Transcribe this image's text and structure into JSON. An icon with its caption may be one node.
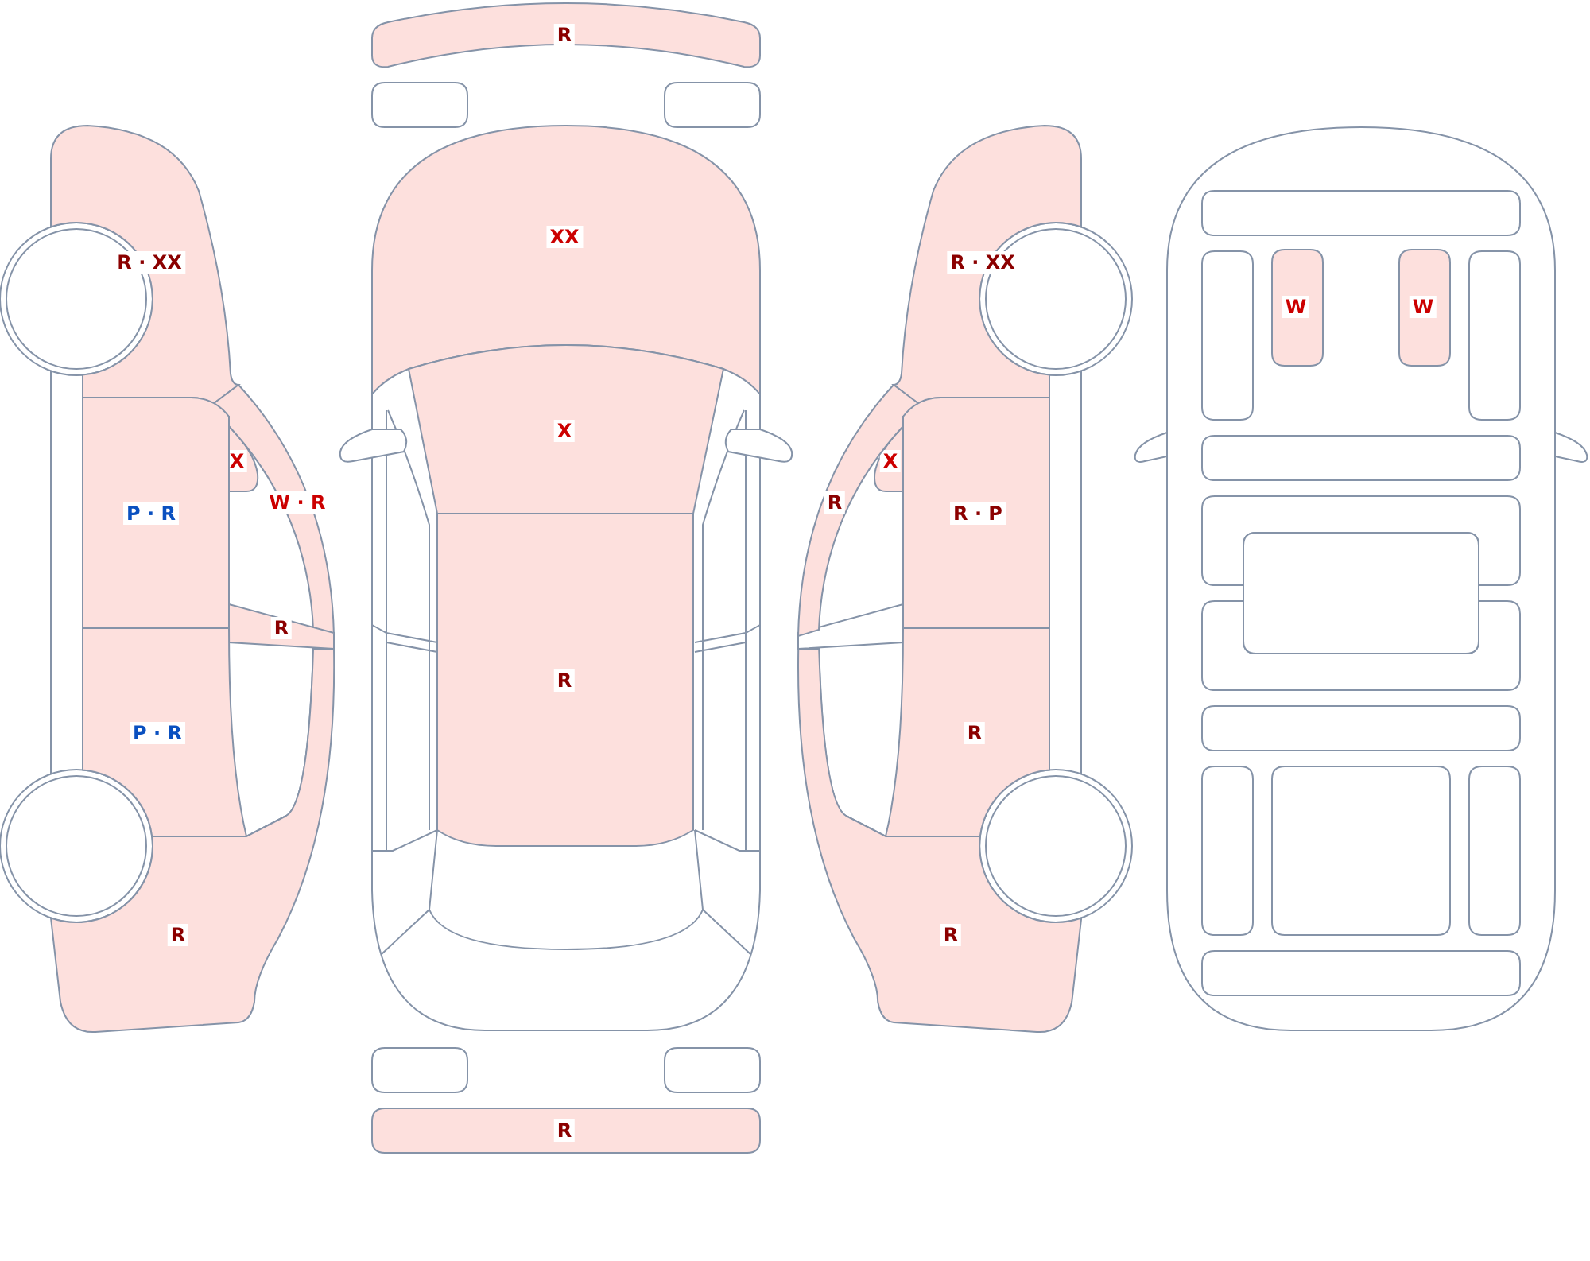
{
  "diagram": {
    "nodes": [
      {
        "text": [
          "R · XX"
        ]
      },
      {
        "text": [
          "X"
        ]
      },
      {
        "text": [
          "W · R"
        ]
      },
      {
        "text": [
          "P · R"
        ]
      },
      {
        "text": [
          "R"
        ]
      },
      {
        "text": [
          "P · R"
        ]
      },
      {
        "text": [
          "R"
        ]
      },
      {
        "text": [
          "R"
        ]
      },
      {
        "text": [],
        "shape": "box"
      },
      {
        "text": [],
        "shape": "box"
      },
      {
        "text": [
          "XX"
        ]
      },
      {
        "text": [
          "X"
        ]
      },
      {
        "text": [
          "R"
        ]
      },
      {
        "text": [],
        "shape": "box"
      },
      {
        "text": [],
        "shape": "box"
      },
      {
        "text": [
          "R"
        ]
      },
      {
        "text": [
          "R · XX"
        ]
      },
      {
        "text": [
          "X"
        ]
      },
      {
        "text": [
          "R"
        ]
      },
      {
        "text": [
          "R · P"
        ]
      },
      {
        "text": [
          "R"
        ]
      },
      {
        "text": [
          "R"
        ]
      },
      {
        "text": [],
        "shape": "box"
      },
      {
        "text": [],
        "shape": "box"
      },
      {
        "text": [
          "W"
        ]
      },
      {
        "text": [
          "W"
        ]
      },
      {
        "text": [],
        "shape": "box"
      },
      {
        "text": [],
        "shape": "box"
      },
      {
        "text": [],
        "shape": "box"
      },
      {
        "text": [],
        "shape": "box"
      },
      {
        "text": [],
        "shape": "box"
      },
      {
        "text": [],
        "shape": "box"
      },
      {
        "text": [],
        "shape": "box"
      },
      {
        "text": [],
        "shape": "box"
      },
      {
        "text": [],
        "shape": "box"
      },
      {
        "text": [],
        "shape": "box"
      }
    ]
  }
}
